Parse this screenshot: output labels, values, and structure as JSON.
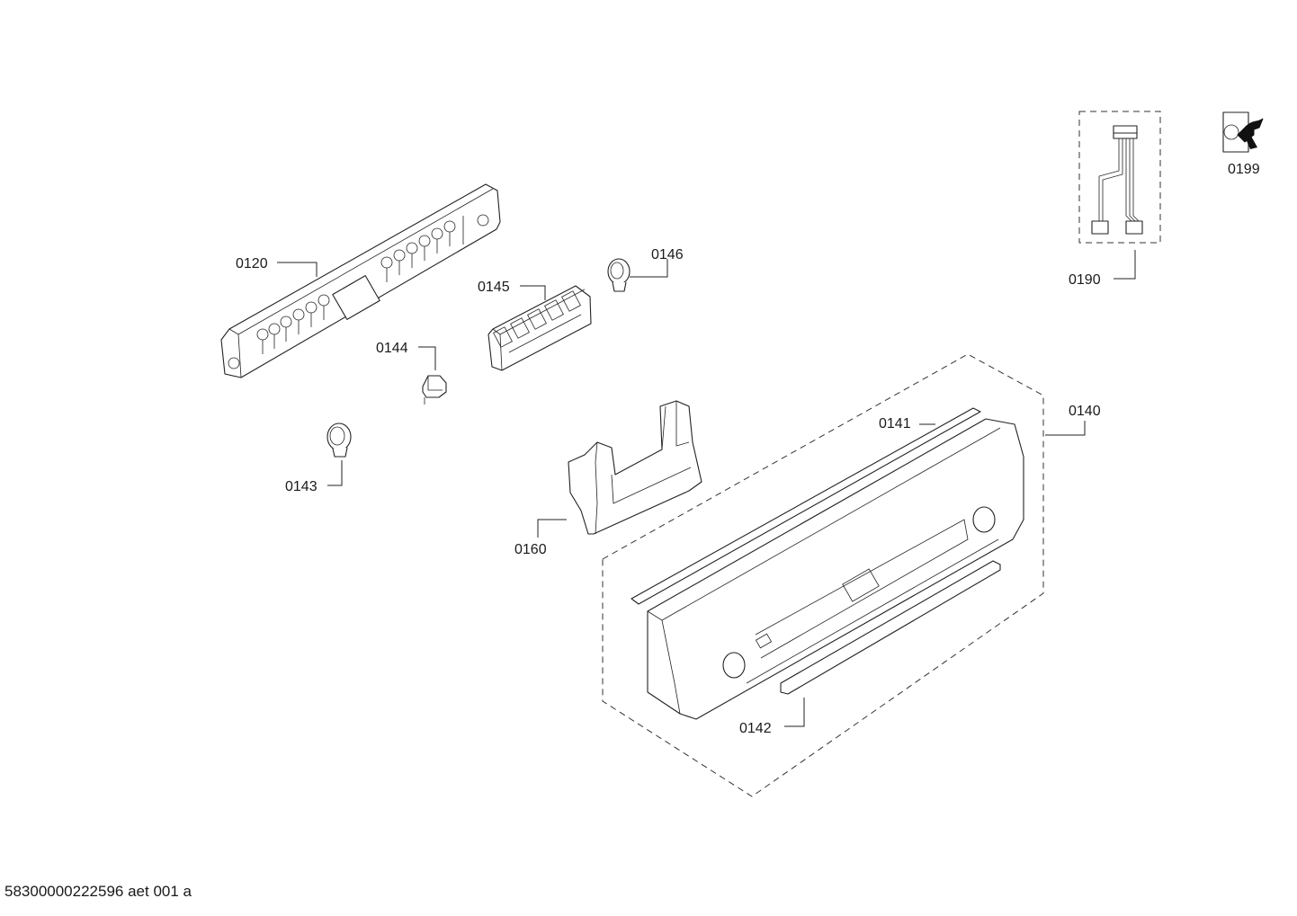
{
  "parts": {
    "p0120": "0120",
    "p0140": "0140",
    "p0141": "0141",
    "p0142": "0142",
    "p0143": "0143",
    "p0144": "0144",
    "p0145": "0145",
    "p0146": "0146",
    "p0160": "0160",
    "p0190": "0190",
    "p0199": "0199"
  },
  "footer": {
    "document_code": "58300000222596 aet 001 a"
  }
}
